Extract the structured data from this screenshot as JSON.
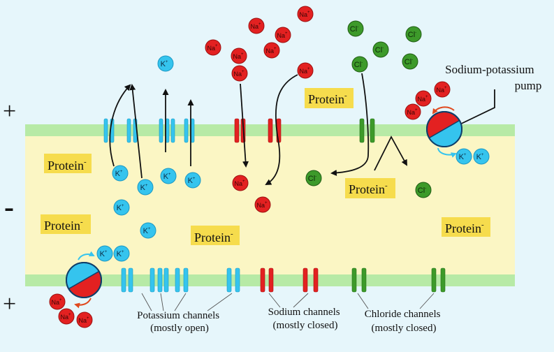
{
  "colors": {
    "background": "#e6f6fb",
    "cytoplasm": "#fbf6c4",
    "membrane": "#b7eaa6",
    "potassium": "#35c4ee",
    "sodium": "#e32121",
    "chloride": "#3d9a2a",
    "protein_box": "#f6dc4d"
  },
  "labels": {
    "charge_plus_top": "+",
    "charge_minus": "-",
    "charge_plus_bottom": "+",
    "pump_line1": "Sodium-potassium",
    "pump_line2": "pump",
    "k_channels_line1": "Potassium channels",
    "k_channels_line2": "(mostly open)",
    "na_channels_line1": "Sodium channels",
    "na_channels_line2": "(mostly closed)",
    "cl_channels_line1": "Chloride channels",
    "cl_channels_line2": "(mostly closed)"
  },
  "ions": {
    "potassium": "K",
    "potassium_charge": "+",
    "sodium": "Na",
    "sodium_charge": "+",
    "chloride": "Cl",
    "chloride_charge": "-"
  },
  "protein": {
    "label": "Protein",
    "charge": "-"
  }
}
